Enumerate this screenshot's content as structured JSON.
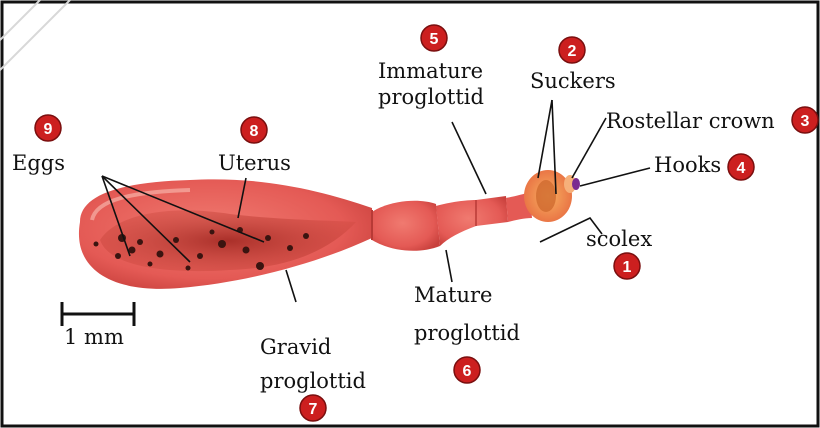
{
  "labels": {
    "scolex": {
      "text": "scolex",
      "number": "1"
    },
    "suckers": {
      "text": "Suckers",
      "number": "2"
    },
    "rostellar_crown": {
      "text": "Rostellar crown",
      "number": "3"
    },
    "hooks": {
      "text": "Hooks",
      "number": "4"
    },
    "immature_proglottid": {
      "line1": "Immature",
      "line2": "proglottid",
      "number": "5"
    },
    "mature_proglottid": {
      "line1": "Mature",
      "line2": "proglottid",
      "number": "6"
    },
    "gravid_proglottid": {
      "line1": "Gravid",
      "line2": "proglottid",
      "number": "7"
    },
    "uterus": {
      "text": "Uterus",
      "number": "8"
    },
    "eggs": {
      "text": "Eggs",
      "number": "9"
    }
  },
  "scale_bar": {
    "text": "1 mm"
  },
  "colors": {
    "body": "#e8625e",
    "body_light": "#f29a8e",
    "uterus": "#b8362e",
    "egg": "#3a1410",
    "scolex": "#f08a4a",
    "hooks": "#7a2a90",
    "badge": "#cc1f1f",
    "frame": "#111111"
  }
}
